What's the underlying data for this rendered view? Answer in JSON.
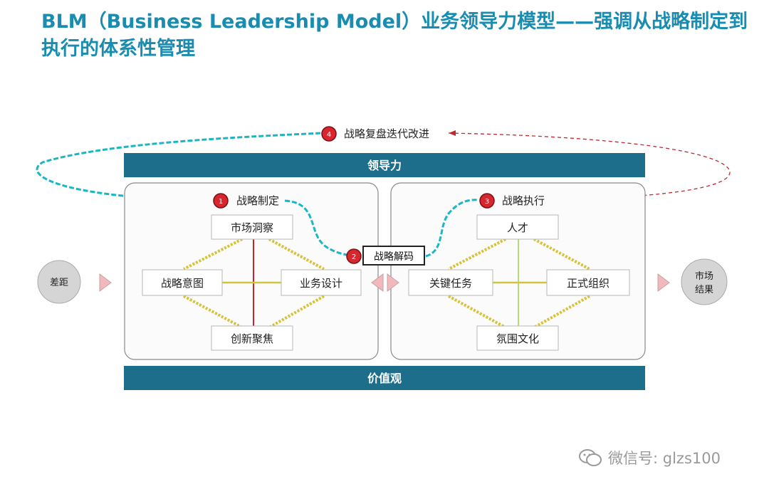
{
  "title": "BLM（Business Leadership Model）业务领导力模型——强调从战略制定到执行的体系性管理",
  "bars": {
    "top": "领导力",
    "bottom": "价值观"
  },
  "steps": [
    {
      "num": "1",
      "label": "战略制定"
    },
    {
      "num": "2",
      "label": "战略解码"
    },
    {
      "num": "3",
      "label": "战略执行"
    },
    {
      "num": "4",
      "label": "战略复盘迭代改进"
    }
  ],
  "left_diamond": {
    "top": "市场洞察",
    "left": "战略意图",
    "right": "业务设计",
    "bottom": "创新聚焦"
  },
  "right_diamond": {
    "top": "人才",
    "left": "关键任务",
    "right": "正式组织",
    "bottom": "氛围文化"
  },
  "gap": "差距",
  "result": [
    "市场",
    "结果"
  ],
  "watermark": "微信号: glzs100",
  "colors": {
    "title": "#1a8cb0",
    "bar": "#1c6e8a",
    "loop": "#19b6c4",
    "badge": "#d8262e",
    "dashed": "#c0282f"
  }
}
